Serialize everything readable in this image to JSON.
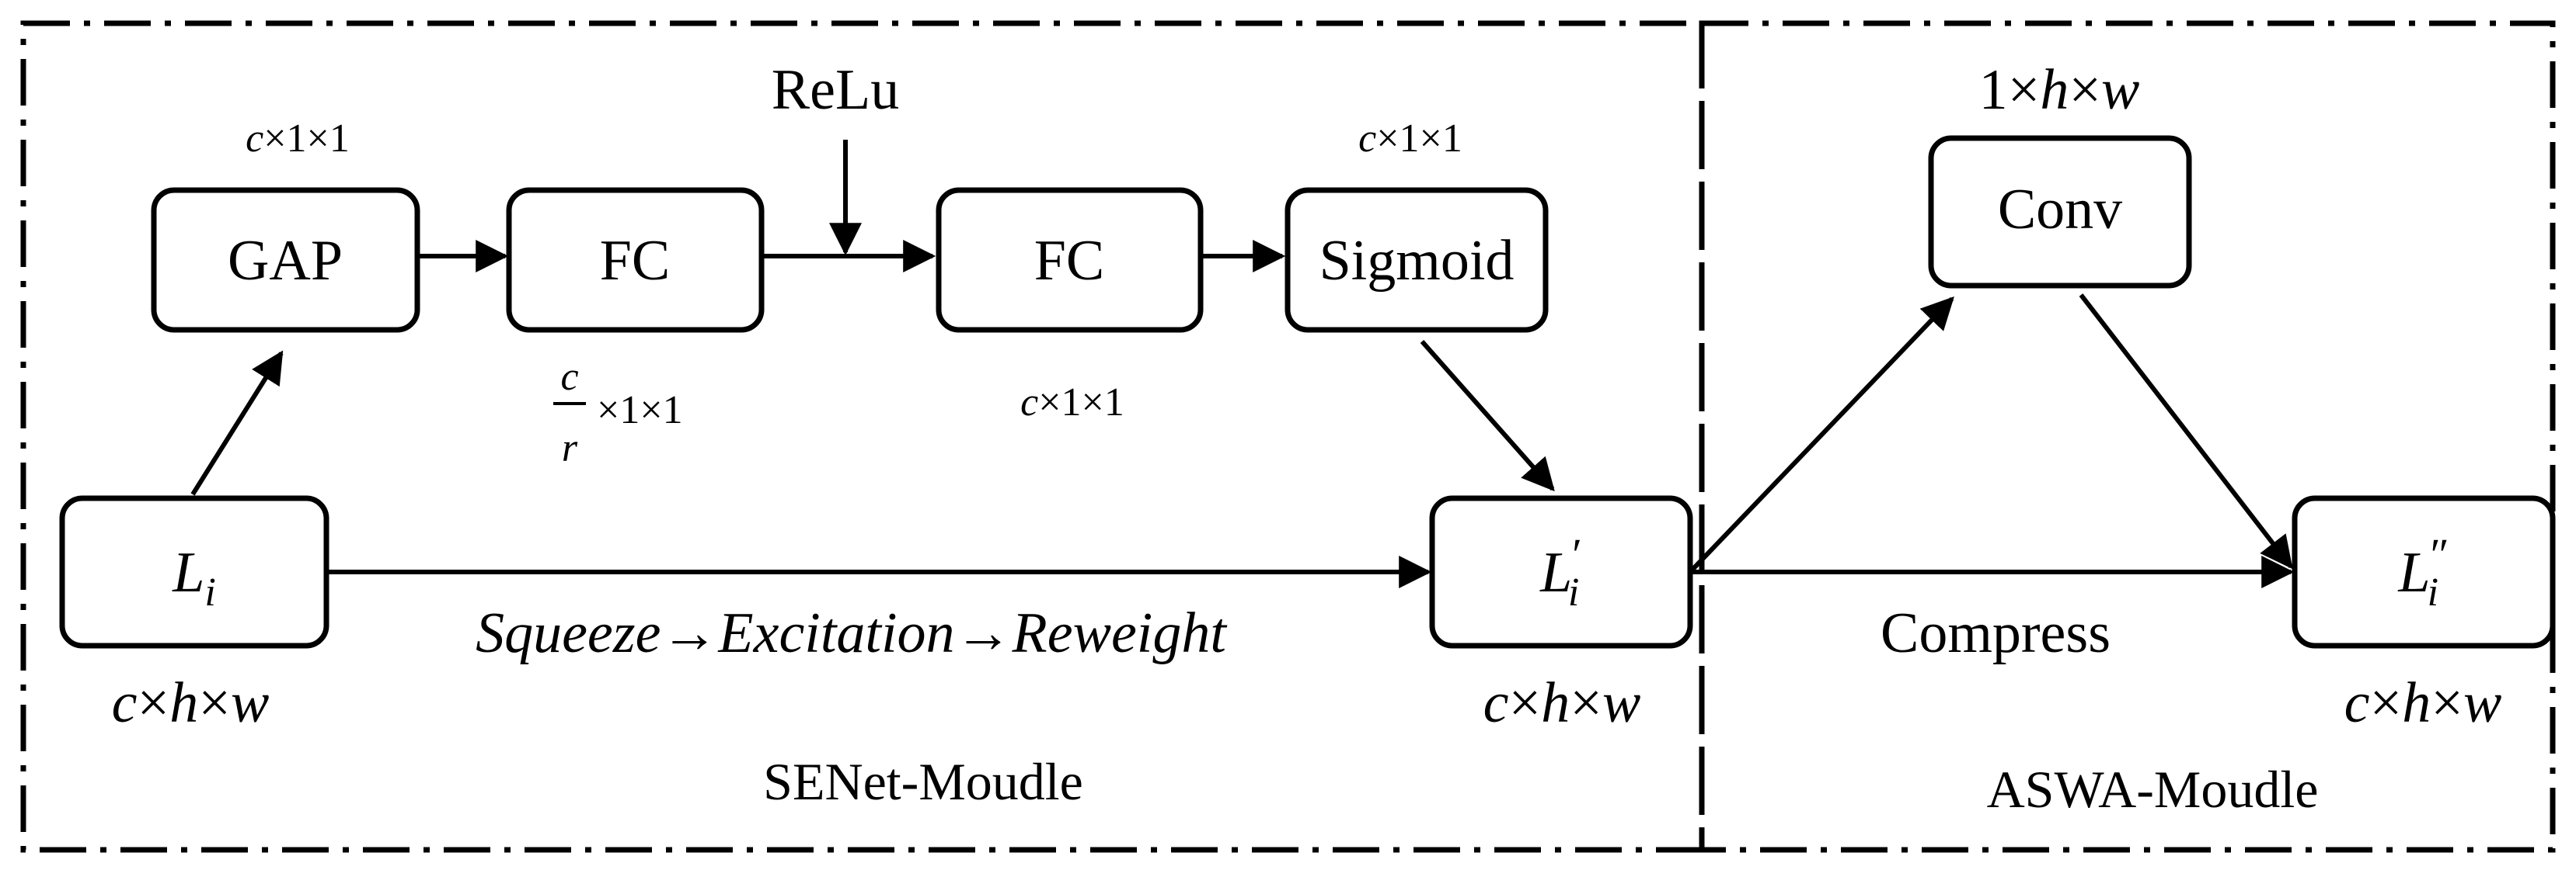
{
  "sections": {
    "senet": "SENet-Moudle",
    "aswa": "ASWA-Moudle"
  },
  "nodes": {
    "gap": "GAP",
    "fc1": "FC",
    "fc2": "FC",
    "sigmoid": "Sigmoid",
    "conv": "Conv",
    "li": "L",
    "li_sub": "i",
    "li_prime": "L",
    "li_prime_mark": "′",
    "li_prime_sub": "i",
    "li_dprime": "L",
    "li_dprime_mark": "″",
    "li_dprime_sub": "i"
  },
  "labels": {
    "relu": "ReLu",
    "pipeline": "Squeeze→Excitation→Reweight",
    "compress": "Compress"
  },
  "dims": {
    "c": "c",
    "x1x1": "×1×1",
    "c_frac_num": "c",
    "c_frac_den": "r",
    "one_x": "1×",
    "h": "h",
    "times": "×",
    "w": "w"
  }
}
